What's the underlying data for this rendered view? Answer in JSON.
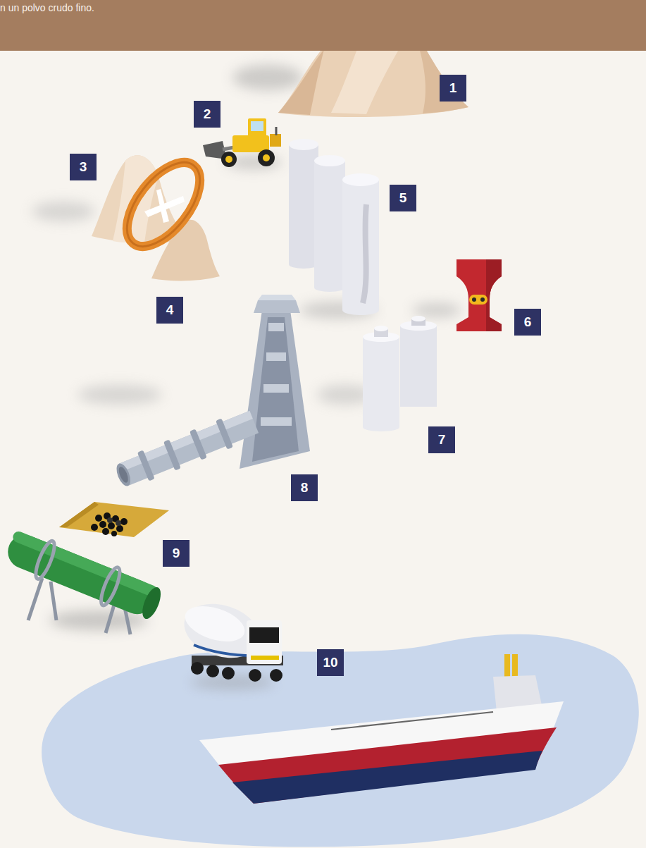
{
  "diagram": {
    "nodes": [
      {
        "text": [
          "n un polvo crudo fino."
        ]
      },
      {
        "text": [
          "1"
        ]
      },
      {
        "text": [
          "2"
        ]
      },
      {
        "text": [
          "3"
        ]
      },
      {
        "text": [
          "4"
        ]
      },
      {
        "text": [
          "5"
        ]
      },
      {
        "text": [
          "6"
        ]
      },
      {
        "text": [
          "7"
        ]
      },
      {
        "text": [
          "8"
        ]
      },
      {
        "text": [
          "9"
        ]
      },
      {
        "text": [
          "10"
        ]
      }
    ]
  }
}
